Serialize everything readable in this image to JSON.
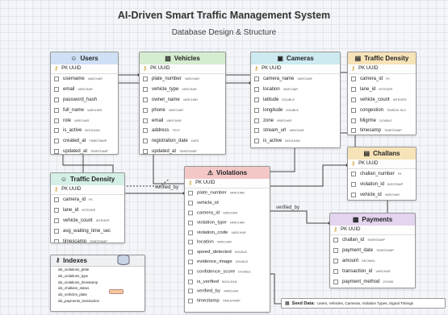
{
  "title": "AI-Driven Smart Traffic Management System",
  "subtitle": "Database Design & Structure",
  "colors": {
    "users": "#cfe0f5",
    "vehicles": "#d5ecd0",
    "cameras": "#cdeaf0",
    "traffic_density": "#f7e3b8",
    "traffic_density_left": "#d4efe6",
    "challans": "#f7e3b8",
    "violations": "#f4c7c7",
    "payments": "#e3d4ef",
    "indexes": "#eef0f3"
  },
  "tables": {
    "users": {
      "name": "Users",
      "icon": "user-icon",
      "pk": "PK  UUID",
      "fields": [
        {
          "name": "username",
          "type": "VARCHAR"
        },
        {
          "name": "email",
          "type": "VARCHAR"
        },
        {
          "name": "password_hash",
          "type": ""
        },
        {
          "name": "full_name",
          "type": "VARCHAR"
        },
        {
          "name": "role",
          "type": "VARCHAR"
        },
        {
          "name": "is_active",
          "type": "BOOLEAN"
        },
        {
          "name": "created_at",
          "type": "TIMESTAMP"
        },
        {
          "name": "updated_at",
          "type": "TIMESTAMP"
        }
      ]
    },
    "vehicles": {
      "name": "Vehicles",
      "icon": "car-icon",
      "pk": "PK  UUID",
      "fields": [
        {
          "name": "plate_number",
          "type": "VARCHAR"
        },
        {
          "name": "vehicle_type",
          "type": "VARCHAR"
        },
        {
          "name": "owner_name",
          "type": "VARCHAR"
        },
        {
          "name": "phone",
          "type": "VARCHAR"
        },
        {
          "name": "email",
          "type": "VARCHAR"
        },
        {
          "name": "address",
          "type": "TEXT"
        },
        {
          "name": "registration_date",
          "type": "DATE"
        },
        {
          "name": "updated_at",
          "type": "TIMESTAMP"
        }
      ]
    },
    "cameras": {
      "name": "Cameras",
      "icon": "camera-icon",
      "pk": "PK  UUID",
      "fields": [
        {
          "name": "camera_name",
          "type": "VARCHAR"
        },
        {
          "name": "location",
          "type": "VARCHAR"
        },
        {
          "name": "latitude",
          "type": "DOUBLE"
        },
        {
          "name": "longitude",
          "type": "DOUBLE"
        },
        {
          "name": "zone",
          "type": "VARCHAR"
        },
        {
          "name": "stream_url",
          "type": "VARCHAR"
        },
        {
          "name": "is_active",
          "type": "BOOLEAN"
        }
      ]
    },
    "traffic_density_right": {
      "name": "Traffic Density",
      "icon": "chart-icon",
      "pk": "PK  UUID",
      "fields": [
        {
          "name": "camera_id",
          "type": "FK"
        },
        {
          "name": "lane_id",
          "type": "INTEGER"
        },
        {
          "name": "vehicle_count",
          "type": "INTEGER"
        },
        {
          "name": "congestion",
          "type": "TIMEDIX  SUJ"
        },
        {
          "name": "Migrme",
          "type": "DOUBLE"
        },
        {
          "name": "timesamp",
          "type": "TIMESTAMP"
        }
      ]
    },
    "challans": {
      "name": "Challans",
      "icon": "document-icon",
      "pk": "PK  UUID",
      "fields": [
        {
          "name": "challan_number",
          "type": "FK"
        },
        {
          "name": "violation_id",
          "type": "BIGSTAMP"
        },
        {
          "name": "vehicle_id",
          "type": "VARCHAR"
        }
      ]
    },
    "traffic_density_left": {
      "name": "Traffic Density",
      "icon": "person-icon",
      "pk": "PK  UUID",
      "fields": [
        {
          "name": "camera_id",
          "type": "FK"
        },
        {
          "name": "lane_id",
          "type": "INTEGER"
        },
        {
          "name": "vehicle_count",
          "type": "INTEGER"
        },
        {
          "name": "avg_waiting_time_sec",
          "type": ""
        },
        {
          "name": "timescamp",
          "type": "TIMESTAMP"
        }
      ]
    },
    "violations": {
      "name": "Violations",
      "icon": "warning-icon",
      "pk": "PK  UUID",
      "fields": [
        {
          "name": "plate_number",
          "type": "VARCHAR"
        },
        {
          "name": "vehicle_id",
          "type": ""
        },
        {
          "name": "camera_id",
          "type": "VARCHAR"
        },
        {
          "name": "violation_type",
          "type": "VARCHAR"
        },
        {
          "name": "violation_code",
          "type": "VARCHAR"
        },
        {
          "name": "location",
          "type": "VARCHAR"
        },
        {
          "name": "speed_detected",
          "type": "DOUBLE"
        },
        {
          "name": "evidence_image",
          "type": "DOUBLE"
        },
        {
          "name": "confidence_score",
          "type": "DOUBLE"
        },
        {
          "name": "is_verified",
          "type": "BOOLEAN"
        },
        {
          "name": "verified_by",
          "type": "VARCHAR"
        },
        {
          "name": "timestamp",
          "type": "TIMESTAMP"
        }
      ]
    },
    "payments": {
      "name": "Payments",
      "icon": "card-icon",
      "pk": "PK  UUID",
      "fields": [
        {
          "name": "challan_id",
          "type": "TIMESTAMP"
        },
        {
          "name": "payment_date",
          "type": "TIMESTAMP"
        },
        {
          "name": "amount",
          "type": "DECIMAL"
        },
        {
          "name": "transaction_id",
          "type": "VARCHAR"
        },
        {
          "name": "payment_method",
          "type": "JSONB"
        }
      ]
    }
  },
  "relations": {
    "verified_by_left": "verified_by",
    "verified_by_right": "verified_by"
  },
  "indexes": {
    "title": "Indexes",
    "icon": "key-icon",
    "items": [
      "idx_violations_plate",
      "idx_violations_type",
      "idx_violations_timestamp",
      "idx_challans_status",
      "idx_vehicles_plate",
      "idx_payments_transaction"
    ]
  },
  "seed": {
    "icon": "database-icon",
    "label": "Seed Data:",
    "text": "Users, Vehicles, Cameras, Violation Types, Signal Timings"
  }
}
